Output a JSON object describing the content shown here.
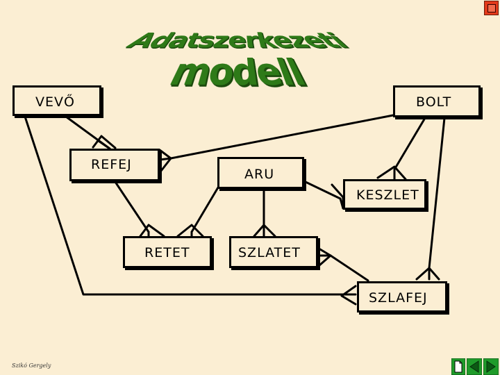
{
  "title": "Adatszerkezeti modell",
  "entities": {
    "vevo": "VEVŐ",
    "bolt": "BOLT",
    "refej": "REFEJ",
    "aru": "ARU",
    "keszlet": "KESZLET",
    "retet": "RETET",
    "szlatet": "SZLATET",
    "szlafej": "SZLAFEJ"
  },
  "author": "Szikó Gergely",
  "nav": {
    "close_icon": "close-icon",
    "page_icon": "document-icon",
    "prev_icon": "triangle-left-icon",
    "next_icon": "triangle-right-icon"
  },
  "colors": {
    "background": "#fbeed3",
    "title_green": "#2e7a18",
    "nav_green": "#1f9b2a",
    "close_red": "#e23a1a"
  }
}
